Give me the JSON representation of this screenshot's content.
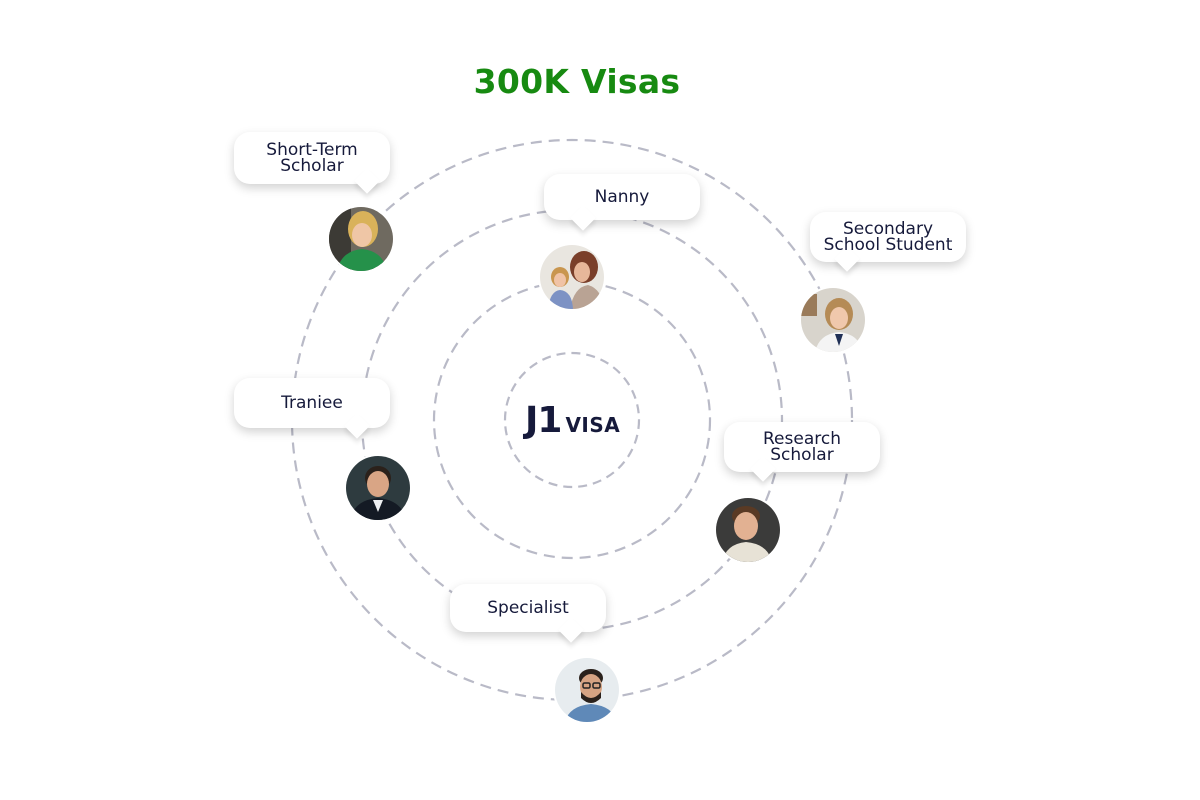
{
  "title": "300K Visas",
  "logo": {
    "main": "J1",
    "sub": "VISA"
  },
  "colors": {
    "title": "#178a11",
    "logo": "#161a3b",
    "label_text": "#161a3b",
    "orbit_line": "#b9bac7"
  },
  "categories": [
    {
      "label": "Short-Term\nScholar",
      "icon": "woman-green-shirt-photo"
    },
    {
      "label": "Nanny",
      "icon": "nanny-with-child-photo"
    },
    {
      "label": "Secondary\nSchool Student",
      "icon": "schoolgirl-photo"
    },
    {
      "label": "Traniee",
      "icon": "man-dark-suit-photo"
    },
    {
      "label": "Research\nScholar",
      "icon": "young-man-photo"
    },
    {
      "label": "Specialist",
      "icon": "man-glasses-photo"
    }
  ]
}
